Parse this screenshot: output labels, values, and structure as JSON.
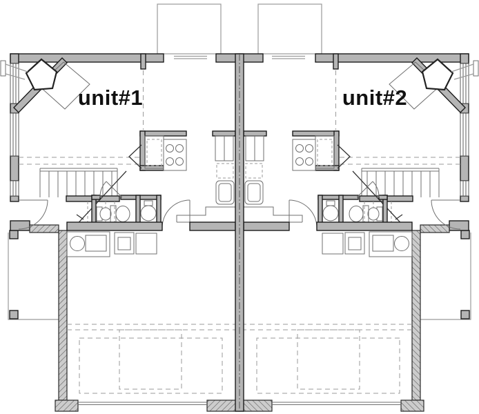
{
  "plan": {
    "type": "duplex-floor-plan",
    "units": [
      {
        "id": "unit-1",
        "label": "unit#1"
      },
      {
        "id": "unit-2",
        "label": "unit#2"
      }
    ],
    "colors": {
      "wall_fill": "#b5b5b5",
      "wall_outline": "#1c1c1c",
      "fixture_line": "#6f6f6f",
      "dashed_line": "#9a9a9a",
      "text": "#111111"
    },
    "features": [
      "corner-fireplace",
      "entry-porch",
      "kitchen-range",
      "refrigerator",
      "pantry",
      "dishwasher",
      "kitchen-sink",
      "stairs-up",
      "half-bath-toilet",
      "half-bath-sink",
      "water-heater",
      "laundry-sink",
      "washer",
      "dryer",
      "garage",
      "garage-door",
      "side-entry-door",
      "rear-porch-posts",
      "party-wall"
    ]
  }
}
